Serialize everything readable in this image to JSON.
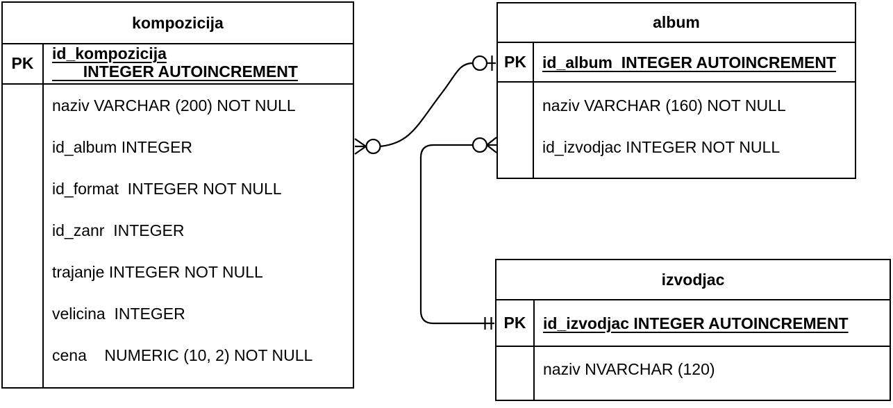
{
  "page": {
    "background_color": "#ffffff",
    "line_color": "#000000",
    "text_color": "#000000"
  },
  "tables": [
    {
      "name": "kompozicija",
      "pk_label": "PK",
      "pk_lines": [
        "id_kompozicija",
        "       INTEGER AUTOINCREMENT"
      ],
      "columns": [
        "naziv VARCHAR (200) NOT NULL",
        "id_album INTEGER",
        "id_format  INTEGER NOT NULL",
        "id_zanr  INTEGER",
        "trajanje INTEGER NOT NULL",
        "velicina  INTEGER",
        "cena    NUMERIC (10, 2) NOT NULL"
      ]
    },
    {
      "name": "album",
      "pk_label": "PK",
      "pk_lines": [
        "id_album  INTEGER AUTOINCREMENT"
      ],
      "columns": [
        "naziv VARCHAR (160) NOT NULL",
        "id_izvodjac INTEGER NOT NULL"
      ]
    },
    {
      "name": "izvodjac",
      "pk_label": "PK",
      "pk_lines": [
        "id_izvodjac INTEGER AUTOINCREMENT"
      ],
      "columns": [
        "naziv NVARCHAR (120)"
      ]
    }
  ],
  "relationships": [
    {
      "from": "kompozicija",
      "to": "album",
      "from_cardinality": "zero-or-many",
      "to_cardinality": "zero-or-one"
    },
    {
      "from": "album",
      "to": "izvodjac",
      "from_cardinality": "zero-or-many",
      "to_cardinality": "exactly-one"
    }
  ]
}
